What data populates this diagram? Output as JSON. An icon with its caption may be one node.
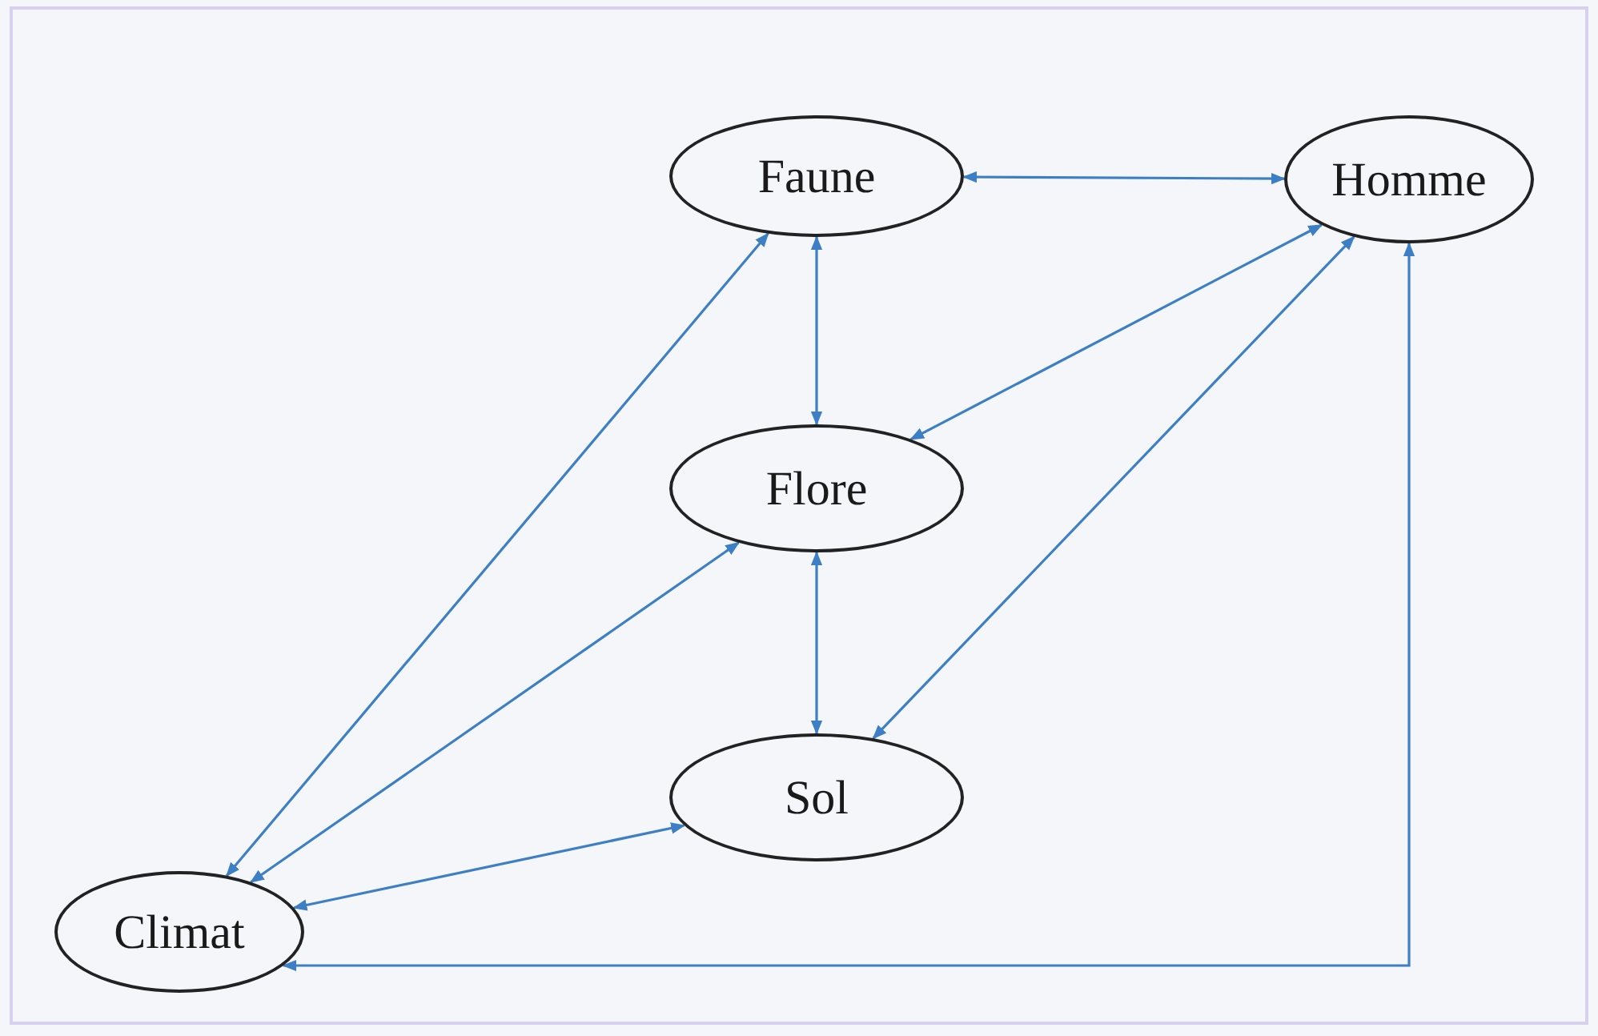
{
  "diagram": {
    "nodes": [
      {
        "text": [
          "Faune"
        ]
      },
      {
        "text": [
          "Homme"
        ]
      },
      {
        "text": [
          "Flore"
        ]
      },
      {
        "text": [
          "Sol"
        ]
      },
      {
        "text": [
          "Climat"
        ]
      }
    ],
    "edges": [
      {
        "from": 0,
        "to": 1,
        "arrow": "both"
      },
      {
        "from": 0,
        "to": 2,
        "arrow": "both"
      },
      {
        "from": 2,
        "to": 1,
        "arrow": "both"
      },
      {
        "from": 0,
        "to": 4,
        "arrow": "both"
      },
      {
        "from": 2,
        "to": 4,
        "arrow": "both"
      },
      {
        "from": 2,
        "to": 3,
        "arrow": "both"
      },
      {
        "from": 3,
        "to": 1,
        "arrow": "both"
      },
      {
        "from": 3,
        "to": 4,
        "arrow": "both"
      },
      {
        "from": 1,
        "to": 4,
        "arrow": "both"
      }
    ]
  }
}
